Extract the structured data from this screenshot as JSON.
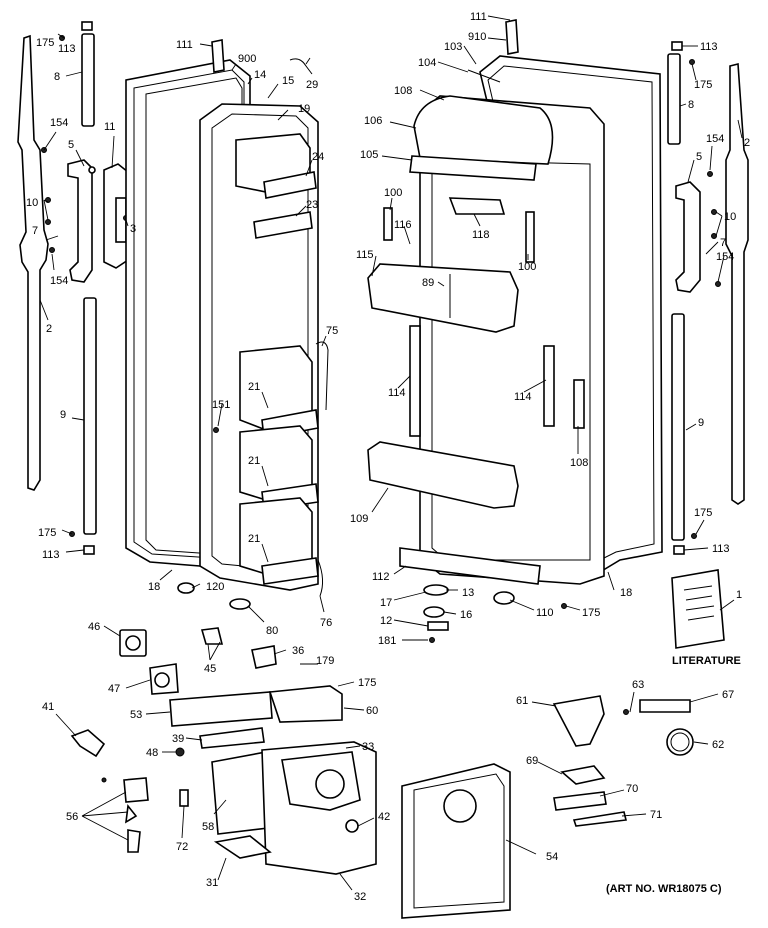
{
  "labels": {
    "p175a": "175",
    "p113a": "113",
    "p8a": "8",
    "p154a": "154",
    "p11": "11",
    "p5a": "5",
    "p10a": "10",
    "p3": "3",
    "p7a": "7",
    "p154b": "154",
    "p2a": "2",
    "p9a": "9",
    "p175b": "175",
    "p113b": "113",
    "p111a": "111",
    "p900": "900",
    "p14": "14",
    "p15": "15",
    "p29": "29",
    "p19": "19",
    "p24": "24",
    "p23": "23",
    "p75": "75",
    "p151": "151",
    "p21a": "21",
    "p21b": "21",
    "p21c": "21",
    "p18a": "18",
    "p120": "120",
    "p80": "80",
    "p76": "76",
    "p111b": "111",
    "p910": "910",
    "p103": "103",
    "p104": "104",
    "p108a": "108",
    "p106": "106",
    "p105": "105",
    "p100a": "100",
    "p116": "116",
    "p118": "118",
    "p115": "115",
    "p89": "89",
    "p100b": "100",
    "p114a": "114",
    "p114b": "114",
    "p108b": "108",
    "p109": "109",
    "p112": "112",
    "p17": "17",
    "p13": "13",
    "p16": "16",
    "p12": "12",
    "p181": "181",
    "p110": "110",
    "p175c": "175",
    "p18b": "18",
    "p113c": "113",
    "p175d": "175",
    "p8b": "8",
    "p2b": "2",
    "p154c": "154",
    "p5b": "5",
    "p10b": "10",
    "p7b": "7",
    "p154d": "154",
    "p9b": "9",
    "p175e": "175",
    "p113d": "113",
    "p1": "1",
    "p46": "46",
    "p45": "45",
    "p36": "36",
    "p179": "179",
    "p175f": "175",
    "p47": "47",
    "p41": "41",
    "p53": "53",
    "p60": "60",
    "p39": "39",
    "p48": "48",
    "p33": "33",
    "p56": "56",
    "p58": "58",
    "p72": "72",
    "p42": "42",
    "p31": "31",
    "p32": "32",
    "p54": "54",
    "p61": "61",
    "p63": "63",
    "p67": "67",
    "p62": "62",
    "p69": "69",
    "p70": "70",
    "p71": "71"
  },
  "literature_label": "LITERATURE",
  "art_number": "(ART NO. WR18075 C)"
}
